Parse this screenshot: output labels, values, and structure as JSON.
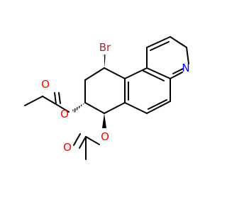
{
  "molecule": {
    "atoms": {
      "bromine": "Br",
      "nitrogen": "N",
      "oxygen_ester_upper": "O",
      "oxygen_carbonyl_upper": "O",
      "oxygen_ester_lower": "O",
      "oxygen_carbonyl_lower": "O"
    },
    "colors": {
      "bond": "#000000",
      "oxygen": "#ff0000",
      "nitrogen": "#0000ff",
      "bromine": "#a52a2a",
      "background": "#ffffff"
    }
  }
}
